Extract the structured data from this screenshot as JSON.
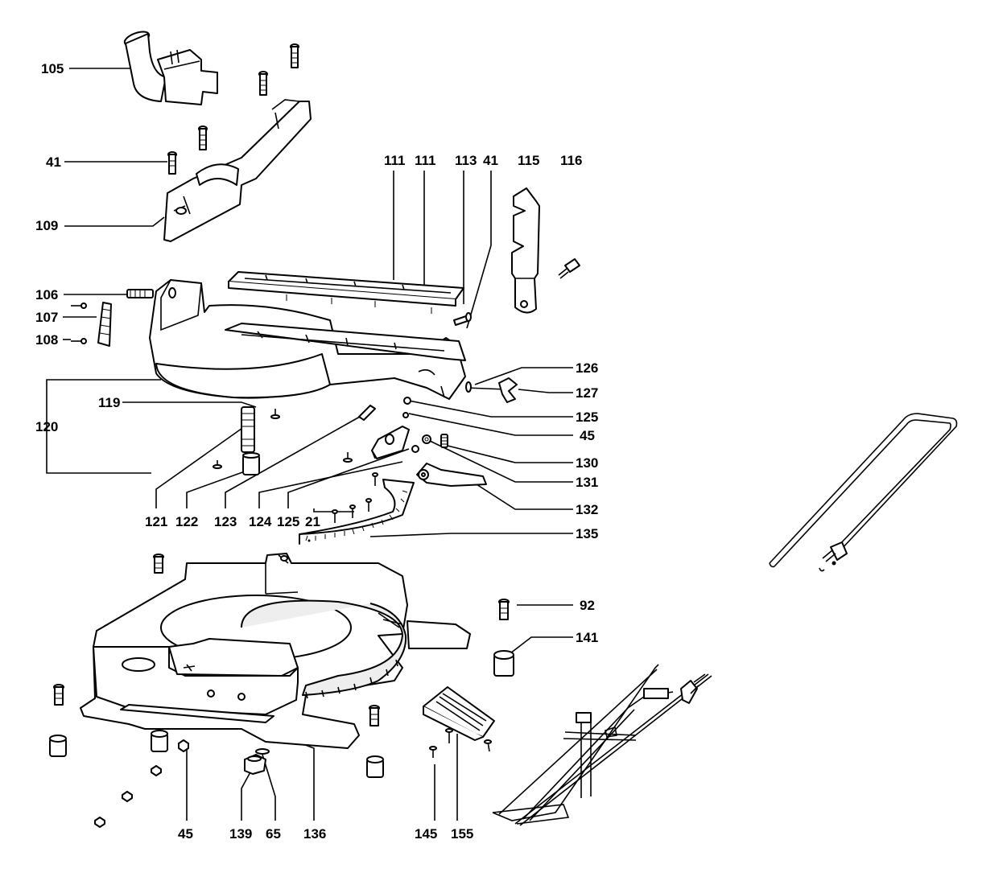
{
  "labels": [
    "105",
    "41",
    "109",
    "111",
    "111",
    "113",
    "41",
    "115",
    "116",
    "106",
    "107",
    "108",
    "120",
    "119",
    "126",
    "127",
    "125",
    "45",
    "130",
    "131",
    "132",
    "135",
    "121",
    "122",
    "123",
    "124",
    "125",
    "21",
    "92",
    "141",
    "45",
    "139",
    "65",
    "136",
    "145",
    "155"
  ]
}
